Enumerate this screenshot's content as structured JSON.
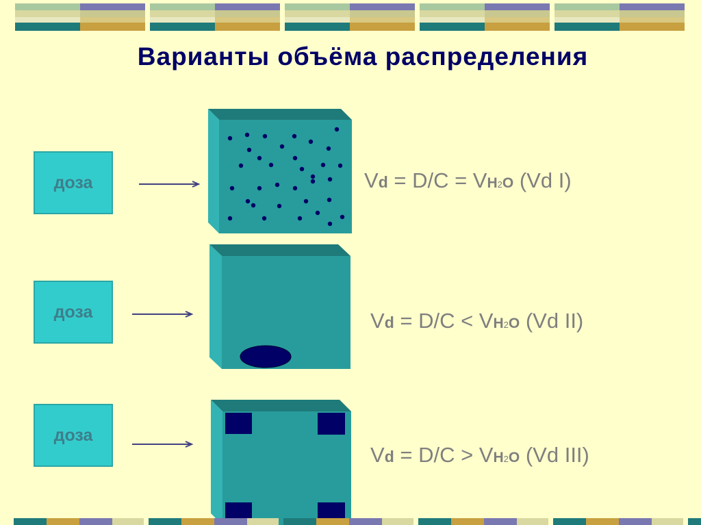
{
  "slide": {
    "title": "Варианты  объёма  распределения",
    "colors": {
      "background": "#ffffcc",
      "title": "#000066",
      "box": "#33cccc",
      "cube_front": "#289c9c",
      "cube_side": "#33b3b3",
      "cube_top": "#1f7a7a",
      "dark": "#000066",
      "formula": "#7f7f7f"
    }
  },
  "rows": [
    {
      "dose_label": "доза",
      "formula": {
        "v": "V",
        "d": "d",
        "eq": " = D/C = V",
        "h": "H",
        "two": "2",
        "o": "O",
        "tail": " (Vd I)"
      },
      "cube_pattern": "dots"
    },
    {
      "dose_label": "доза",
      "formula": {
        "v": "V",
        "d": "d",
        "eq": " = D/C < V",
        "h": "H",
        "two": "2",
        "o": "O",
        "tail": " (Vd II)"
      },
      "cube_pattern": "ellipse"
    },
    {
      "dose_label": "доза",
      "formula": {
        "v": "V",
        "d": "d",
        "eq": " = D/C > V",
        "h": "H",
        "two": "2",
        "o": "O",
        "tail": " (Vd III)"
      },
      "cube_pattern": "corners"
    }
  ]
}
